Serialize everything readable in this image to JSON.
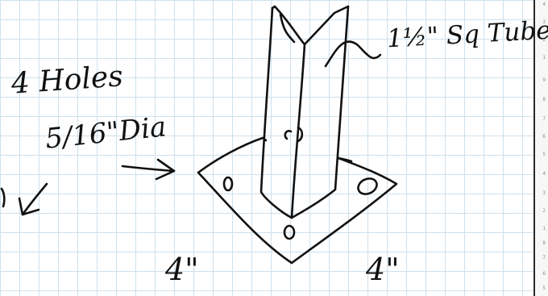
{
  "annotations": {
    "holes_count": "4 Holes",
    "hole_diameter": "5/16\"Dia",
    "tube_size": "1½\" Sq Tube",
    "base_width_left": "4\"",
    "base_width_right": "4\""
  },
  "ruler": {
    "numbers": [
      "4",
      "3",
      "2",
      "1",
      "9",
      "8",
      "7",
      "6",
      "5",
      "4",
      "3",
      "2",
      "1",
      "8",
      "7",
      "6",
      "5"
    ]
  },
  "colors": {
    "ink": "#111111",
    "grid": "#cfe0ec"
  }
}
